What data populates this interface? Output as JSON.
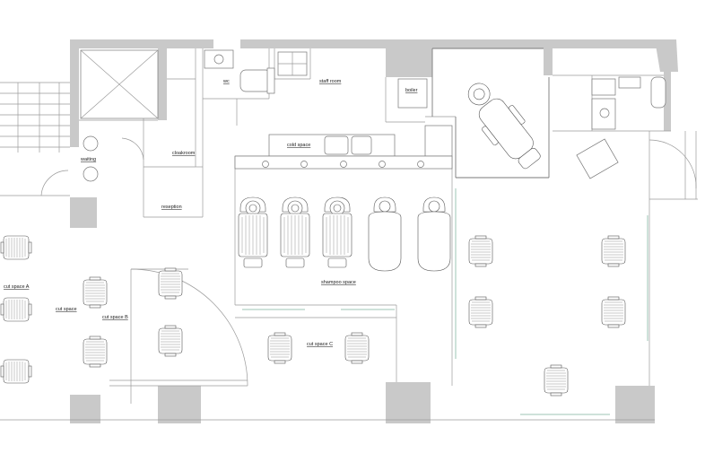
{
  "plan": {
    "rooms": {
      "wc": "wc",
      "staff_room": "staff room",
      "boiler": "boiler",
      "cold_space": "cold space",
      "cloakroom": "cloakroom",
      "waiting": "waiting",
      "reception": "reseption",
      "shampoo_space": "shampoo space",
      "cut_space_a": "cut space A",
      "cut_space_b_upper": "cut space",
      "cut_space_b": "cut space B",
      "cut_space_c": "cut space C"
    },
    "colors": {
      "wall": "#c9c9c9",
      "line": "#9a9a9a",
      "glass": "#9cc6b6"
    }
  }
}
